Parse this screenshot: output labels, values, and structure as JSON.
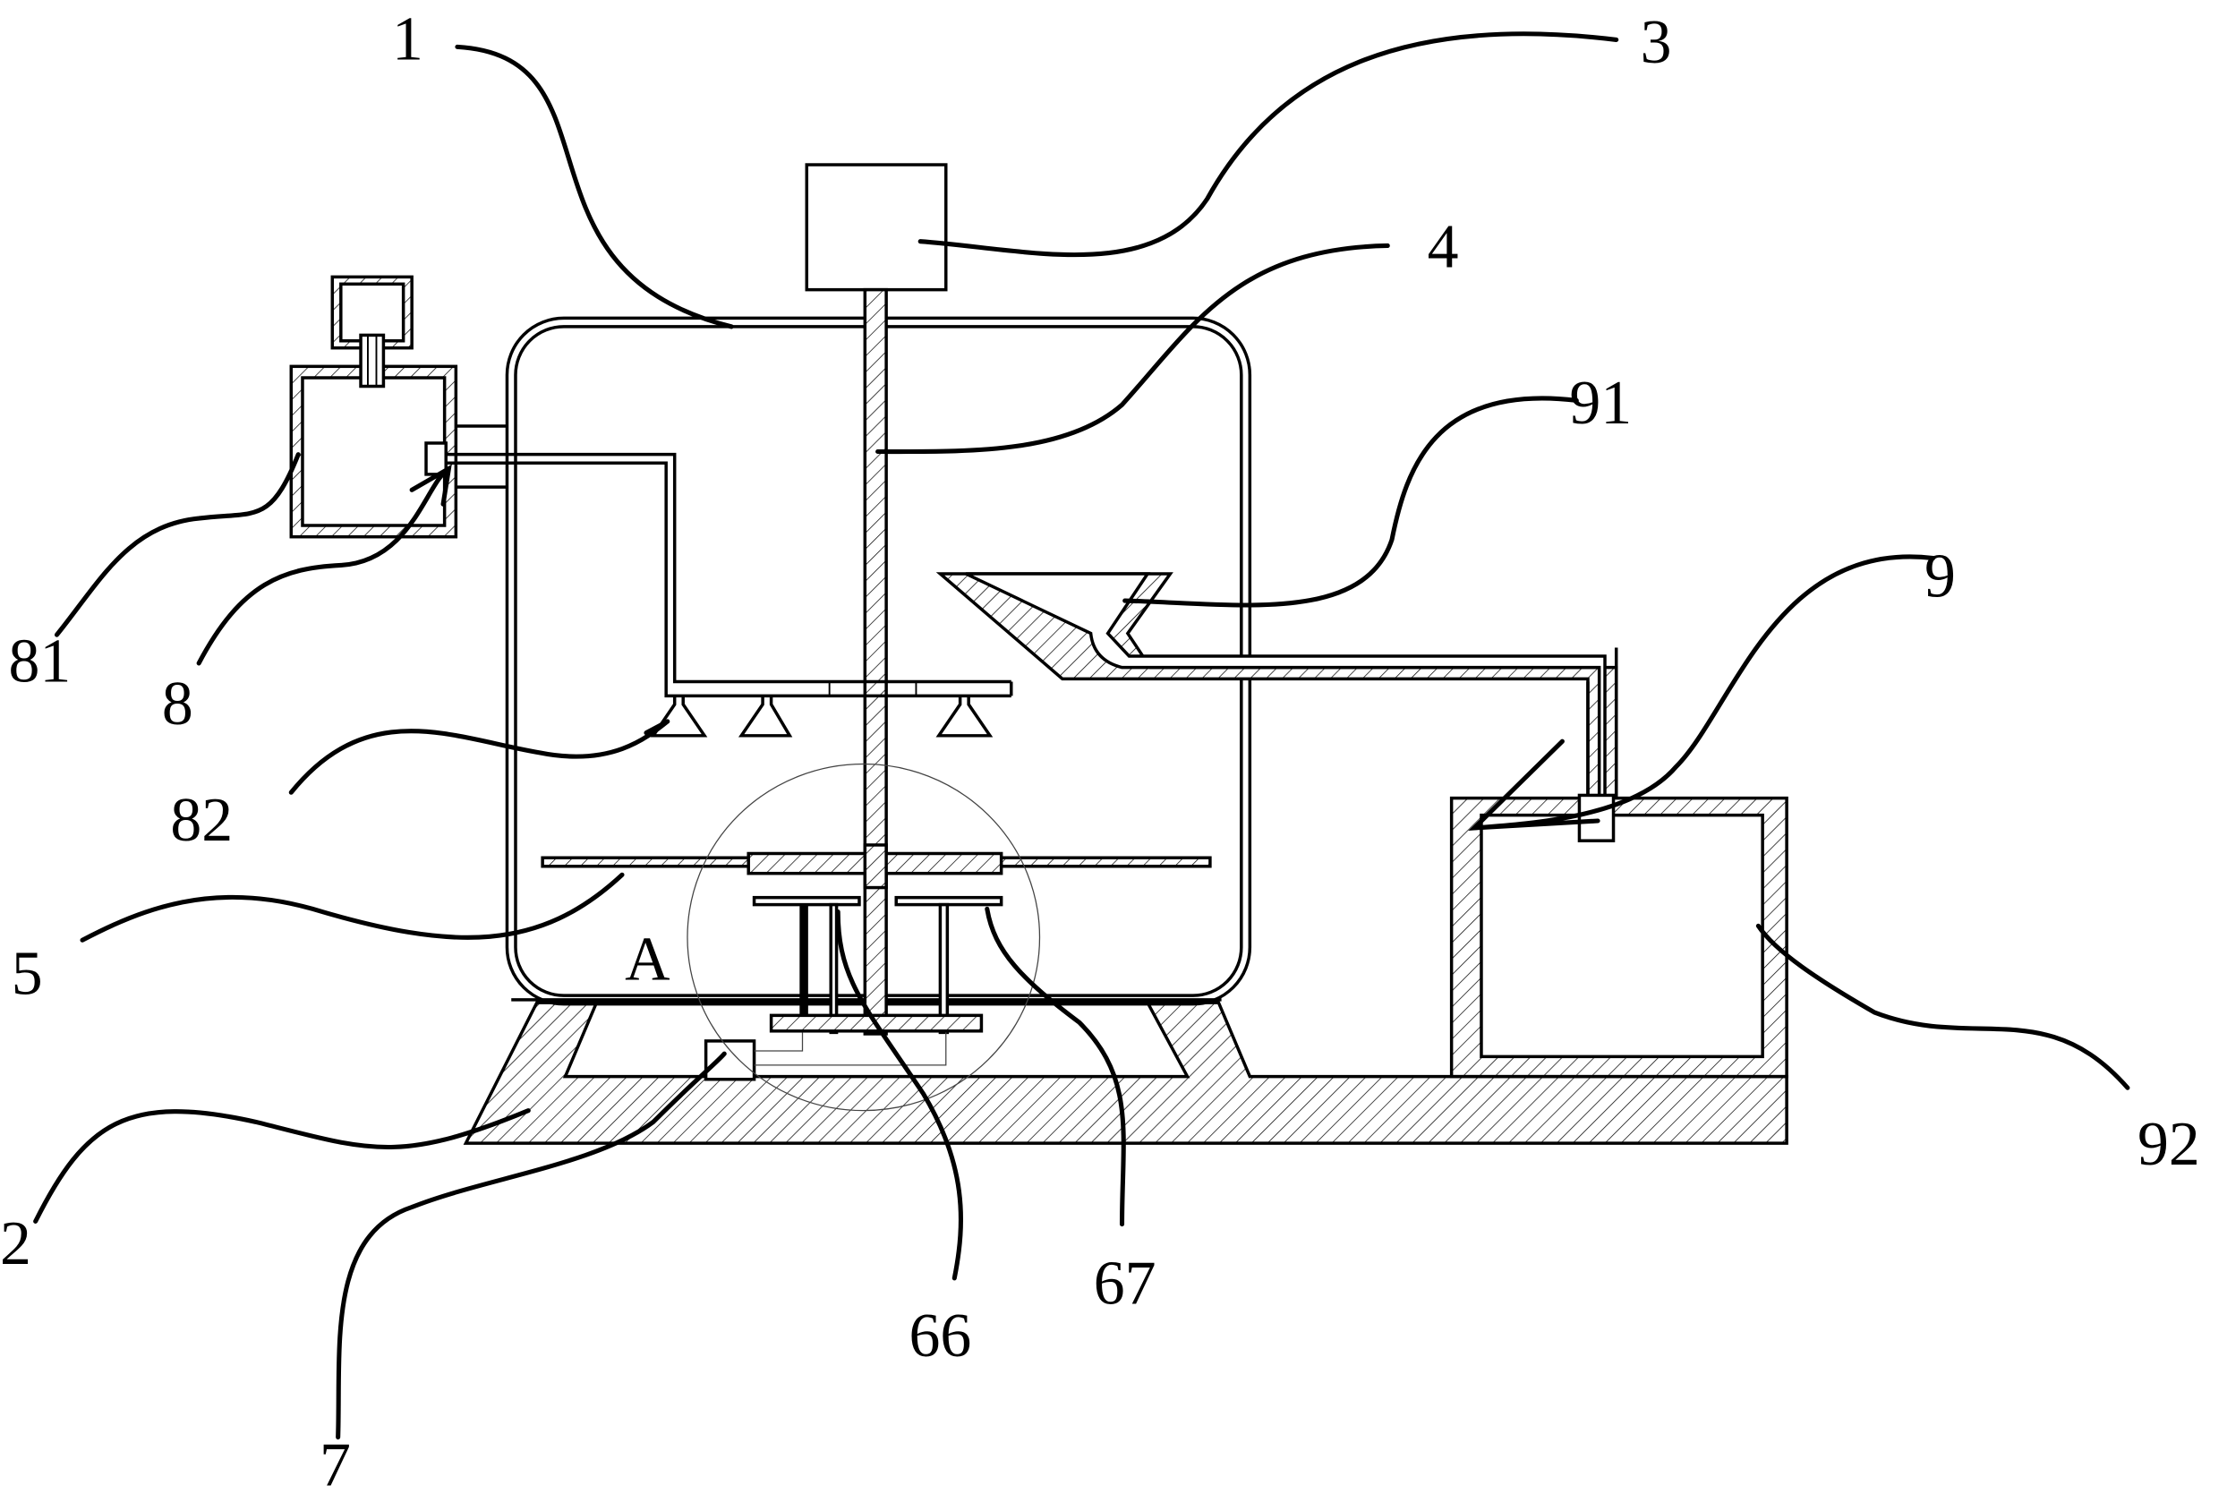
{
  "figure": {
    "type": "patent-drawing",
    "description": "Cross-section of a mixing/cleaning tank apparatus with reference numerals",
    "detail_marker": "A",
    "labels": [
      {
        "id": "1",
        "text": "1",
        "part": "tank-body"
      },
      {
        "id": "2",
        "text": "2",
        "part": "base"
      },
      {
        "id": "3",
        "text": "3",
        "part": "motor"
      },
      {
        "id": "4",
        "text": "4",
        "part": "drive-shaft"
      },
      {
        "id": "5",
        "text": "5",
        "part": "stirring-plate"
      },
      {
        "id": "7",
        "text": "7",
        "part": "controller-box"
      },
      {
        "id": "8",
        "text": "8",
        "part": "pump-outlet"
      },
      {
        "id": "81",
        "text": "81",
        "part": "liquid-reservoir"
      },
      {
        "id": "82",
        "text": "82",
        "part": "spray-nozzle"
      },
      {
        "id": "9",
        "text": "9",
        "part": "discharge-pipe"
      },
      {
        "id": "91",
        "text": "91",
        "part": "collection-hopper"
      },
      {
        "id": "92",
        "text": "92",
        "part": "collection-tank"
      },
      {
        "id": "66",
        "text": "66",
        "part": "support-rod"
      },
      {
        "id": "67",
        "text": "67",
        "part": "support-plate"
      }
    ]
  }
}
